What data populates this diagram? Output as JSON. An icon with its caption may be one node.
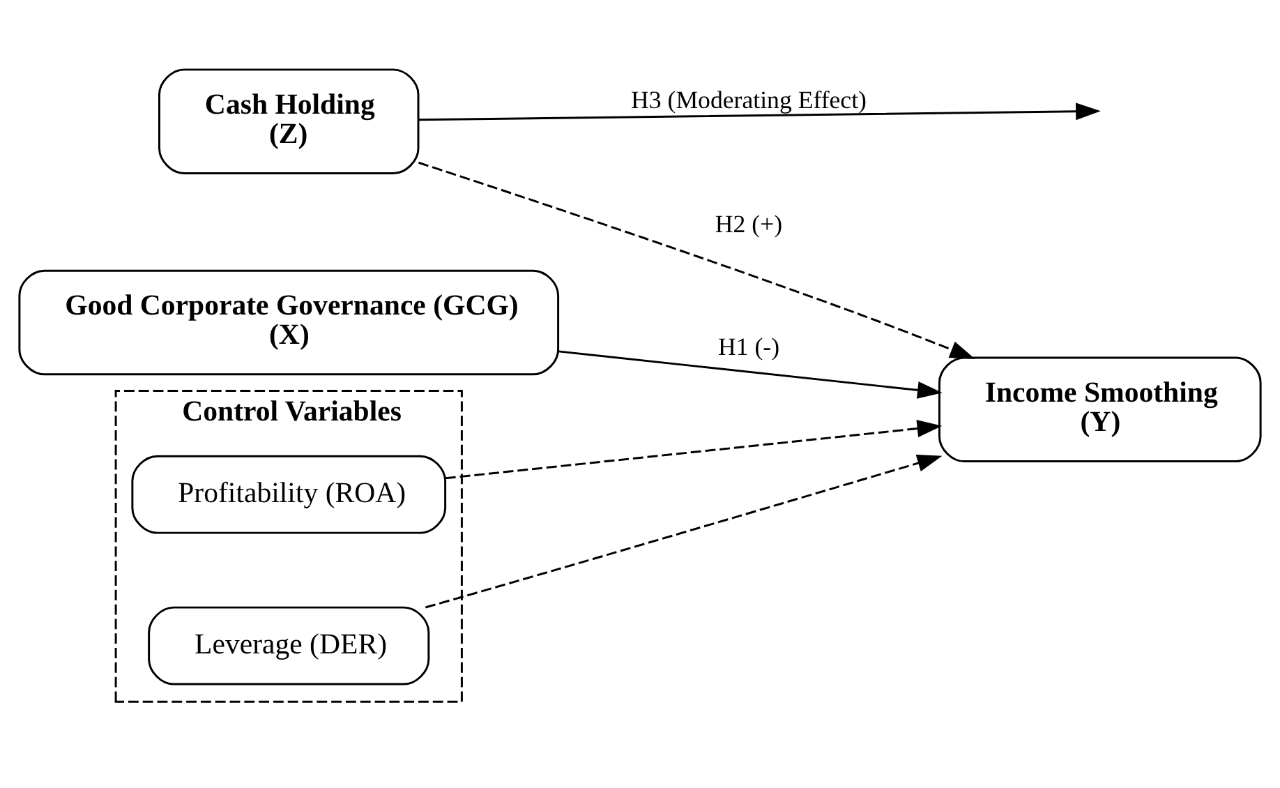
{
  "diagram": {
    "nodes": [
      {
        "text": [
          "Good Corporate Governance (GCG)",
          "(X)"
        ]
      },
      {
        "text": [
          "Cash Holding",
          "(Z)"
        ]
      },
      {
        "text": [
          "Income Smoothing",
          "(Y)"
        ]
      },
      {
        "text": [
          "Control Variables"
        ]
      },
      {
        "text": [
          "Profitability (ROA)"
        ],
        "in": 3
      },
      {
        "text": [
          "Leverage (DER)"
        ],
        "in": 3
      }
    ],
    "edges": [
      {
        "from": 0,
        "to": 2,
        "arrow": "to",
        "label": "H1 (-)"
      },
      {
        "from": 1,
        "to": 2,
        "arrow": "to",
        "label": "H2 (+)",
        "style": "dashed"
      },
      {
        "from": 1,
        "to": null,
        "arrow": "to",
        "label": "H3 (Moderating Effect)"
      },
      {
        "from": 4,
        "to": 2,
        "arrow": "to",
        "style": "dashed"
      },
      {
        "from": 5,
        "to": 2,
        "arrow": "to",
        "style": "dashed"
      }
    ]
  }
}
